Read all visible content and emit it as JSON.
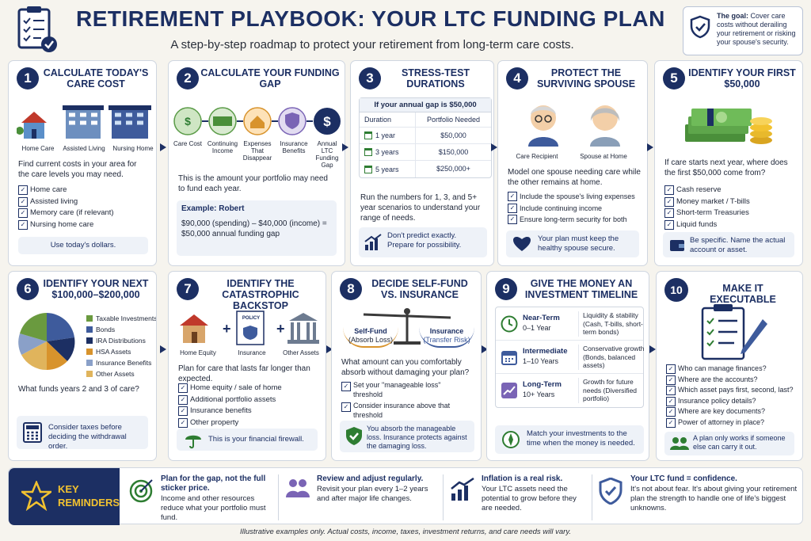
{
  "header": {
    "title": "RETIREMENT PLAYBOOK: YOUR LTC FUNDING PLAN",
    "subtitle": "A step-by-step roadmap to protect your retirement from long-term care costs.",
    "goal_label": "The goal:",
    "goal_text": "Cover care costs without derailing your retirement or risking your spouse's security."
  },
  "steps": [
    {
      "num": "1",
      "title": "CALCULATE TODAY'S CARE COST",
      "icons": [
        "Home Care",
        "Assisted Living",
        "Nursing Home"
      ],
      "text": "Find current costs in your area for the care levels you may need.",
      "checks": [
        "Home care",
        "Assisted living",
        "Memory care (if relevant)",
        "Nursing home care"
      ],
      "note": "Use today's dollars."
    },
    {
      "num": "2",
      "title": "CALCULATE YOUR FUNDING GAP",
      "icons": [
        "Care Cost",
        "Continuing Income",
        "Expenses That Disappear",
        "Insurance Benefits",
        "Annual LTC Funding Gap"
      ],
      "text": "This is the amount your portfolio may need to fund each year.",
      "example_title": "Example: Robert",
      "example_text": "$90,000 (spending) – $40,000 (income) = $50,000 annual funding gap"
    },
    {
      "num": "3",
      "title": "STRESS-TEST DURATIONS",
      "table_title": "If your annual gap is $50,000",
      "col1": "Duration",
      "col2": "Portfolio Needed",
      "rows": [
        {
          "d": "1 year",
          "v": "$50,000"
        },
        {
          "d": "3 years",
          "v": "$150,000"
        },
        {
          "d": "5 years",
          "v": "$250,000+"
        }
      ],
      "text": "Run the numbers for 1, 3, and 5+ year scenarios to understand your range of needs.",
      "note": "Don't predict exactly. Prepare for possibility."
    },
    {
      "num": "4",
      "title": "PROTECT THE SURVIVING SPOUSE",
      "icons": [
        "Care Recipient",
        "Spouse at Home"
      ],
      "text": "Model one spouse needing care while the other remains at home.",
      "checks": [
        "Include the spouse's living expenses",
        "Include continuing income",
        "Ensure long-term security for both"
      ],
      "note": "Your plan must keep the healthy spouse secure."
    },
    {
      "num": "5",
      "title": "IDENTIFY YOUR FIRST $50,000",
      "text": "If care starts next year, where does the first $50,000 come from?",
      "checks": [
        "Cash reserve",
        "Money market / T-bills",
        "Short-term Treasuries",
        "Liquid funds"
      ],
      "note": "Be specific. Name the actual account or asset."
    },
    {
      "num": "6",
      "title": "IDENTIFY YOUR NEXT $100,000–$200,000",
      "legend": [
        "Taxable Investments",
        "Bonds",
        "IRA Distributions",
        "HSA Assets",
        "Insurance Benefits",
        "Other Assets"
      ],
      "text": "What funds years 2 and 3 of care?",
      "note": "Consider taxes before deciding the withdrawal order."
    },
    {
      "num": "7",
      "title": "IDENTIFY THE CATASTROPHIC BACKSTOP",
      "icons": [
        "Home Equity",
        "Insurance",
        "Other Assets"
      ],
      "policy_word": "POLICY",
      "text": "Plan for care that lasts far longer than expected.",
      "checks": [
        "Home equity / sale of home",
        "Additional portfolio assets",
        "Insurance benefits",
        "Other property"
      ],
      "note": "This is your financial firewall."
    },
    {
      "num": "8",
      "title": "DECIDE SELF-FUND VS. INSURANCE",
      "left_label": "Self-Fund",
      "left_sub": "(Absorb Loss)",
      "right_label": "Insurance",
      "right_sub": "(Transfer Risk)",
      "text": "What amount can you comfortably absorb without damaging your plan?",
      "checks": [
        "Set your \"manageable loss\" threshold",
        "Consider insurance above that threshold"
      ],
      "note": "You absorb the manageable loss. Insurance protects against the damaging loss."
    },
    {
      "num": "9",
      "title": "GIVE THE MONEY AN INVESTMENT TIMELINE",
      "rows": [
        {
          "name": "Near-Term",
          "years": "0–1 Year",
          "desc": "Liquidity & stability (Cash, T-bills, short-term bonds)"
        },
        {
          "name": "Intermediate",
          "years": "1–10 Years",
          "desc": "Conservative growth (Bonds, balanced assets)"
        },
        {
          "name": "Long-Term",
          "years": "10+ Years",
          "desc": "Growth for future needs (Diversified portfolio)"
        }
      ],
      "note": "Match your investments to the time when the money is needed."
    },
    {
      "num": "10",
      "title": "MAKE IT EXECUTABLE",
      "checks": [
        "Who can manage finances?",
        "Where are the accounts?",
        "Which asset pays first, second, last?",
        "Insurance policy details?",
        "Where are key documents?",
        "Power of attorney in place?"
      ],
      "note": "A plan only works if someone else can carry it out."
    }
  ],
  "key_reminders": {
    "label_1": "KEY",
    "label_2": "REMINDERS",
    "items": [
      {
        "title": "Plan for the gap, not the full sticker price.",
        "text": "Income and other resources reduce what your portfolio must fund."
      },
      {
        "title": "Review and adjust regularly.",
        "text": "Revisit your plan every 1–2 years and after major life changes."
      },
      {
        "title": "Inflation is a real risk.",
        "text": "Your LTC assets need the potential to grow before they are needed."
      },
      {
        "title": "Your LTC fund = confidence.",
        "text": "It's not about fear. It's about giving your retirement plan the strength to handle one of life's biggest unknowns."
      }
    ]
  },
  "footer": "Illustrative examples only. Actual costs, income, taxes, investment returns, and care needs will vary.",
  "colors": {
    "navy": "#1c2f63",
    "gold": "#f2c230",
    "green": "#2e7d32"
  }
}
